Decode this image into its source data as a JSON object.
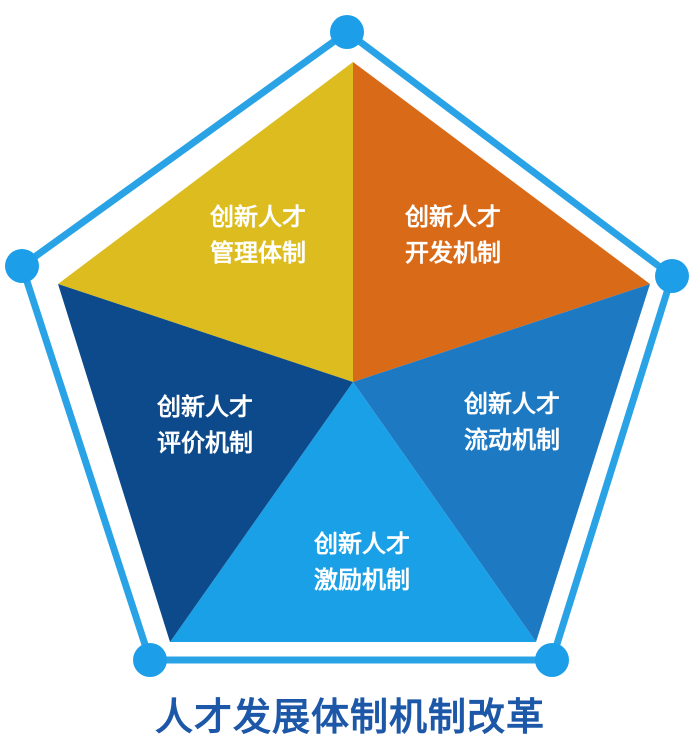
{
  "title": "人才发展体制机制改革",
  "colors": {
    "frame": "#29a3e6",
    "dot": "#1c9ee8",
    "title": "#1d57a8"
  },
  "segments": [
    {
      "id": "management",
      "line1": "创新人才",
      "line2": "管理体制",
      "color": "#dcbc1e"
    },
    {
      "id": "development",
      "line1": "创新人才",
      "line2": "开发机制",
      "color": "#d96a18"
    },
    {
      "id": "mobility",
      "line1": "创新人才",
      "line2": "流动机制",
      "color": "#1e79c3"
    },
    {
      "id": "incentive",
      "line1": "创新人才",
      "line2": "激励机制",
      "color": "#1aa0e6"
    },
    {
      "id": "evaluation",
      "line1": "创新人才",
      "line2": "评价机制",
      "color": "#0c4a8c"
    }
  ]
}
